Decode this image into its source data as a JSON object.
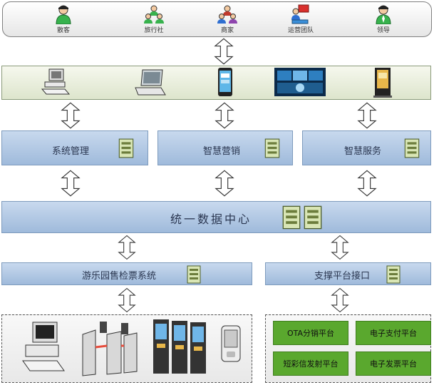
{
  "users": [
    {
      "label": "散客",
      "icon": "person-green-icon"
    },
    {
      "label": "旅行社",
      "icon": "group-icon"
    },
    {
      "label": "商家",
      "icon": "merchant-group-icon"
    },
    {
      "label": "运营团队",
      "icon": "operations-team-icon"
    },
    {
      "label": "领导",
      "icon": "leader-person-icon"
    }
  ],
  "devices": [
    "desktop-pc-icon",
    "laptop-icon",
    "smartphone-icon",
    "led-screen-icon",
    "kiosk-icon"
  ],
  "services": {
    "system_management": "系统管理",
    "smart_marketing": "智慧营销",
    "smart_service": "智慧服务"
  },
  "data_center": "统一数据中心",
  "ticketing_system": "游乐园售检票系统",
  "platform_interface": "支撑平台接口",
  "platforms": {
    "ota": "OTA分销平台",
    "e_payment": "电子支付平台",
    "sms": "短彩信发射平台",
    "e_invoice": "电子发票平台"
  },
  "colors": {
    "box_fill": "#9fbadb",
    "device_bar_fill": "#dde5cc",
    "platform_green": "#5aa82e"
  }
}
